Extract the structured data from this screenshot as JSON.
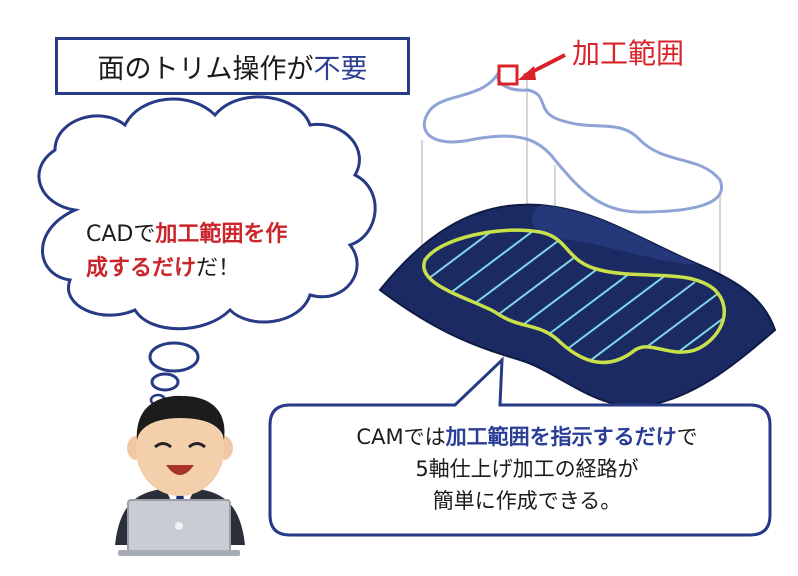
{
  "title": {
    "prefix": "面のトリム操作が",
    "highlight": "不要"
  },
  "callout_label": "加工範囲",
  "cloud": {
    "line1_prefix": "CADで",
    "line1_bold": "加工範囲を作",
    "line2_bold": "成するだけ",
    "line2_suffix": "だ！"
  },
  "bubble": {
    "line1_prefix": "CAMでは",
    "line1_bold": "加工範囲を指示するだけ",
    "line1_suffix": "で",
    "line2": "5軸仕上げ加工の経路が",
    "line3": "簡単に作成できる。"
  },
  "colors": {
    "frame": "#263a85",
    "accent_red": "#d8232a",
    "accent_blue": "#2a3e98",
    "surface": "#1b2a63",
    "boundary": "#c8e04a",
    "toolpath": "#7fd7e6"
  }
}
